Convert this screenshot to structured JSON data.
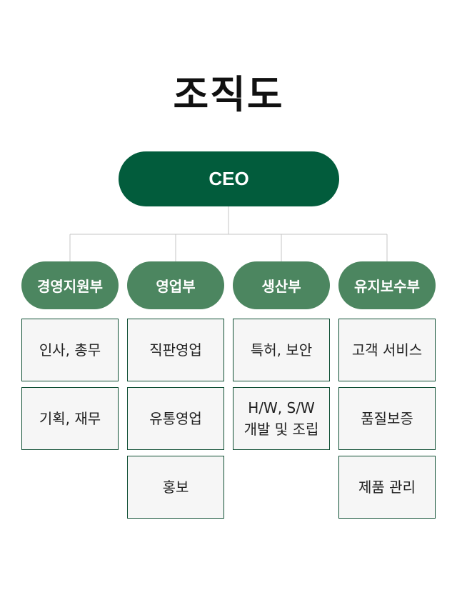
{
  "title": "조직도",
  "ceo": "CEO",
  "departments": [
    {
      "name": "경영지원부",
      "items": [
        "인사, 총무",
        "기획, 재무"
      ]
    },
    {
      "name": "영업부",
      "items": [
        "직판영업",
        "유통영업",
        "홍보"
      ]
    },
    {
      "name": "생산부",
      "items": [
        "특허, 보안",
        [
          "H/W, S/W",
          "개발 및 조립"
        ]
      ]
    },
    {
      "name": "유지보수부",
      "items": [
        "고객 서비스",
        "품질보증",
        "제품 관리"
      ]
    }
  ],
  "colors": {
    "ceo": "#025c3c",
    "department": "#4c8660",
    "box_border": "#0f4f34",
    "box_fill": "#f6f6f6",
    "connector": "#c4c4c4"
  }
}
